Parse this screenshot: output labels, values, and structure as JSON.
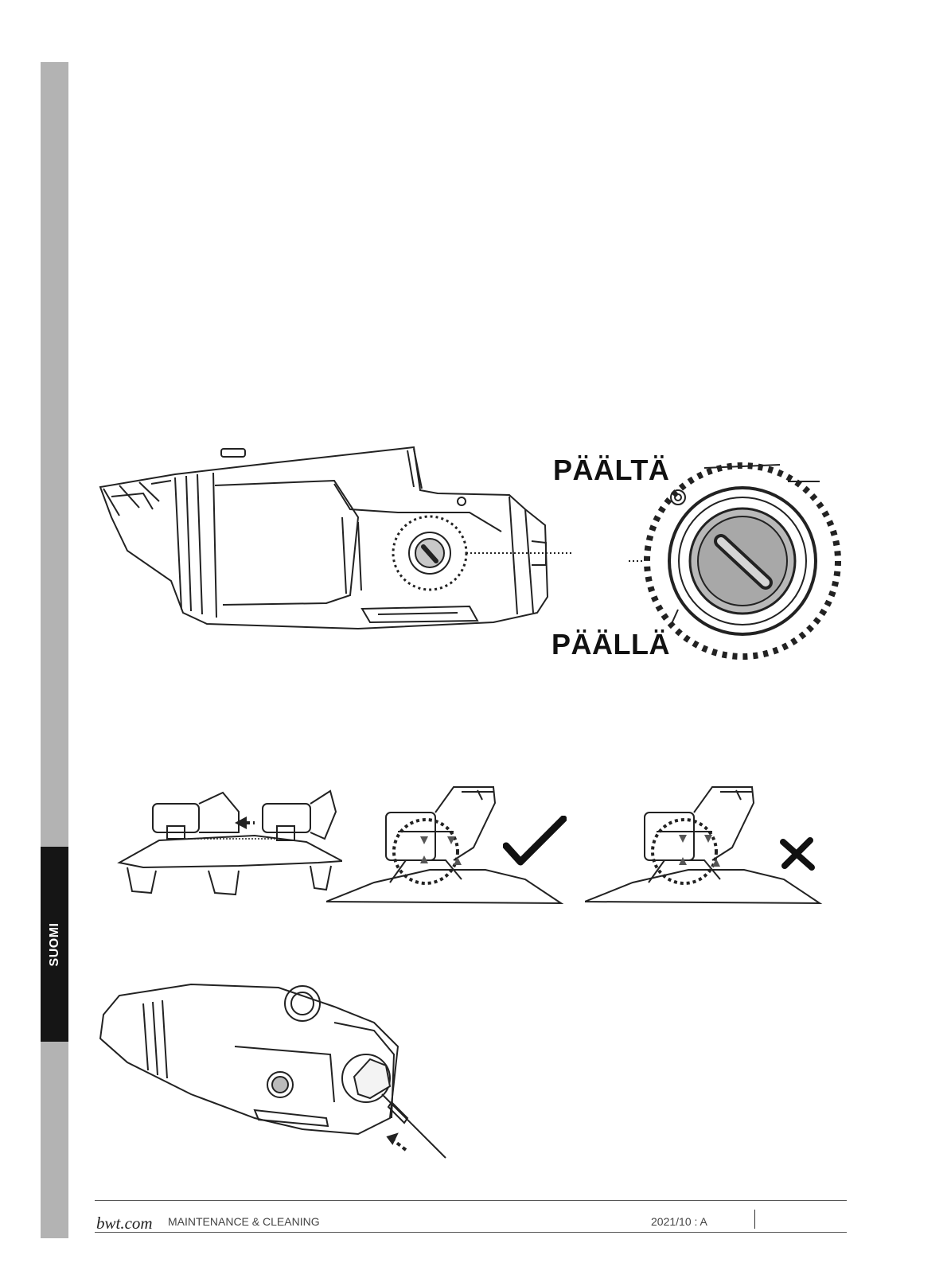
{
  "sidebar": {
    "language_tab": "SUOMI"
  },
  "labels": {
    "off": "PÄÄLTÄ",
    "on": "PÄÄLLÄ"
  },
  "footer": {
    "logo": "bwt.com",
    "section": "MAINTENANCE & CLEANING",
    "version": "2021/10 : A"
  },
  "colors": {
    "sidebar_gray": "#b3b3b3",
    "tab_black": "#151515",
    "line": "#222222"
  }
}
